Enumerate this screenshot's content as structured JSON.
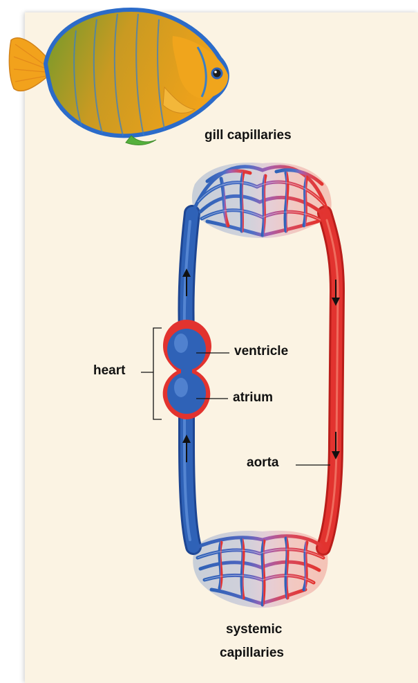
{
  "labels": {
    "gill_capillaries": "gill capillaries",
    "ventricle": "ventricle",
    "heart": "heart",
    "atrium": "atrium",
    "aorta": "aorta",
    "systemic": "systemic",
    "capillaries": "capillaries"
  },
  "colors": {
    "background": "#fbf3e3",
    "deoxygenated_blood": "#2f62b7",
    "oxygenated_blood": "#e2332f",
    "mixed_capillary": "#a25fb1",
    "fish_body": "#e9a31f",
    "fish_outline": "#2b6bc9"
  }
}
